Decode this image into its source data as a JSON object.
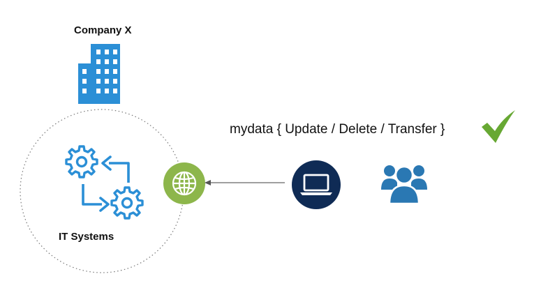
{
  "company": {
    "name": "Company X",
    "icon": "office-building-icon"
  },
  "it_systems": {
    "label": "IT Systems",
    "icon": "gears-cycle-icon"
  },
  "gateway": {
    "icon": "globe-icon"
  },
  "action": {
    "text": "mydata { Update / Delete / Transfer }",
    "status_icon": "checkmark-icon"
  },
  "client": {
    "icon": "laptop-icon"
  },
  "users": {
    "icon": "user-group-icon"
  },
  "colors": {
    "blue_accent": "#2b8fd6",
    "globe_green": "#8db64b",
    "laptop_navy": "#0f2b55",
    "users_blue": "#2a78b3",
    "check_green": "#67a833",
    "connector_gray": "#666666"
  }
}
